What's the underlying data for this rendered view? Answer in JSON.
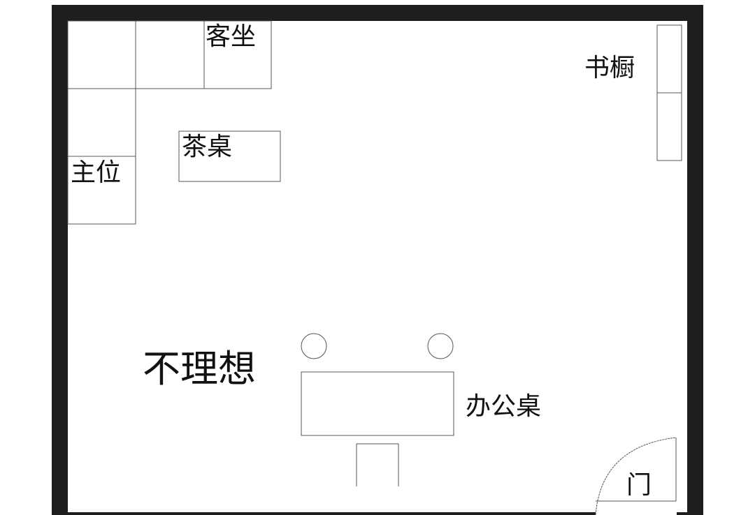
{
  "labels": {
    "guest_seat": "客坐",
    "bookcase": "书橱",
    "tea_table": "茶桌",
    "host_seat": "主位",
    "verdict": "不理想",
    "office_desk": "办公桌",
    "door": "门"
  },
  "colors": {
    "wall": "#1c1e20",
    "line": "#555555",
    "background": "#ffffff"
  }
}
